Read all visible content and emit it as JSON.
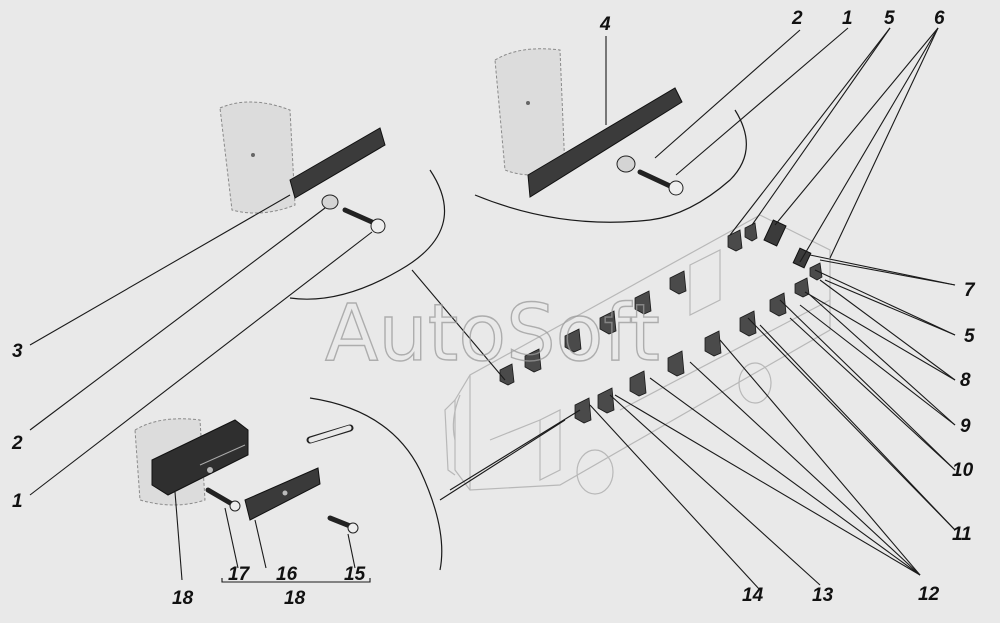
{
  "watermark": "AutoSoft",
  "callouts": [
    {
      "id": "c4",
      "text": "4"
    },
    {
      "id": "c2top",
      "text": "2"
    },
    {
      "id": "c1top",
      "text": "1"
    },
    {
      "id": "c5top",
      "text": "5"
    },
    {
      "id": "c6",
      "text": "6"
    },
    {
      "id": "c7",
      "text": "7"
    },
    {
      "id": "c5r",
      "text": "5"
    },
    {
      "id": "c8",
      "text": "8"
    },
    {
      "id": "c9",
      "text": "9"
    },
    {
      "id": "c10",
      "text": "10"
    },
    {
      "id": "c11",
      "text": "11"
    },
    {
      "id": "c12",
      "text": "12"
    },
    {
      "id": "c13",
      "text": "13"
    },
    {
      "id": "c14",
      "text": "14"
    },
    {
      "id": "c3",
      "text": "3"
    },
    {
      "id": "c2l",
      "text": "2"
    },
    {
      "id": "c1l",
      "text": "1"
    },
    {
      "id": "c18a",
      "text": "18"
    },
    {
      "id": "c17",
      "text": "17"
    },
    {
      "id": "c16",
      "text": "16"
    },
    {
      "id": "c15",
      "text": "15"
    },
    {
      "id": "c18b",
      "text": "18"
    }
  ]
}
